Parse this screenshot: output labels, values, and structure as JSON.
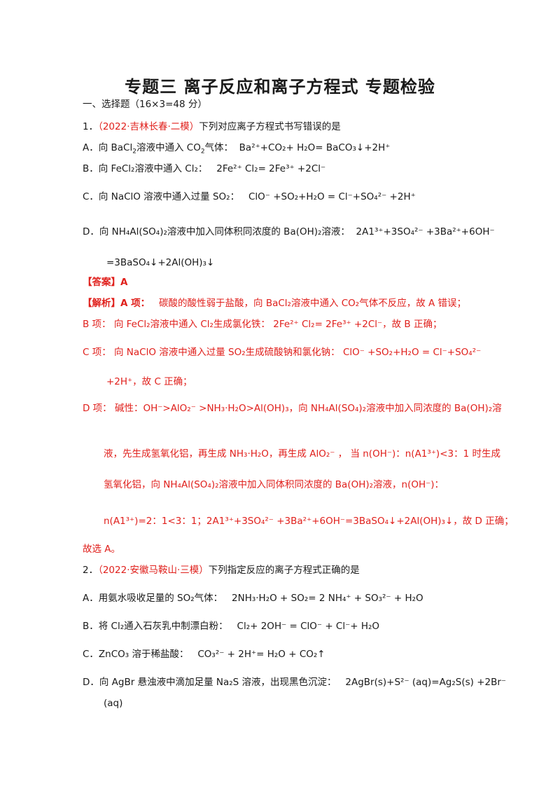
{
  "title": "专题三  离子反应和离子方程式    专题检验",
  "section": "一、选择题（16×3=48 分）",
  "q1": {
    "num": "1．",
    "source": "（2022·吉林长春·二模）",
    "stem": "下列对应离子方程式书写错误的是",
    "A_text": "A．向 BaCl",
    "A_text2": "溶液中通入 CO",
    "A_text3": "气体：",
    "A_eq": "Ba²⁺+CO₂+ H₂O= BaCO₃↓+2H⁺",
    "B_text": "B．向 FeCl₂溶液中通入 Cl₂：",
    "B_eq": "2Fe²⁺  Cl₂= 2Fe³⁺  +2Cl⁻",
    "C_text": "C．向 NaClO 溶液中通入过量 SO₂：",
    "C_eq": "ClO⁻  +SO₂+H₂O = Cl⁻+SO₄²⁻ +2H⁺",
    "D_text": "D．向 NH₄Al(SO₄)₂溶液中加入同体积同浓度的 Ba(OH)₂溶液：",
    "D_eq1": "2A1³⁺+3SO₄²⁻ +3Ba²⁺+6OH⁻",
    "D_eq2": "=3BaSO₄↓+2Al(OH)₃↓",
    "answer": "【答案】A",
    "analysis_head": "【解析】A 项：",
    "analysis_A": "碳酸的酸性弱于盐酸，向 BaCl₂溶液中通入 CO₂气体不反应，故 A 错误；",
    "analysis_B": "B 项：   向 FeCl₂溶液中通入 Cl₂生成氯化铁：   2Fe²⁺  Cl₂= 2Fe³⁺  +2Cl⁻，故 B 正确；",
    "analysis_C1": "C 项：   向 NaClO 溶液中通入过量 SO₂生成硫酸钠和氯化钠：   ClO⁻  +SO₂+H₂O = Cl⁻+SO₄²⁻",
    "analysis_C2": "+2H⁺，故 C 正确；",
    "analysis_D1": "D 项：   碱性：OH⁻>AlO₂⁻ >NH₃·H₂O>Al(OH)₃，向 NH₄Al(SO₄)₂溶液中加入同浓度的 Ba(OH)₂溶",
    "analysis_D2": "液，先生成氢氧化铝，再生成 NH₃·H₂O，再生成 AlO₂⁻ ，  当 n(OH⁻)：n(A1³⁺)<3：1 时生成",
    "analysis_D3": "氢氧化铝，向 NH₄Al(SO₄)₂溶液中加入同体积同浓度的 Ba(OH)₂溶液，n(OH⁻)：",
    "analysis_D4": "n(A1³⁺)=2：1<3：1；2A1³⁺+3SO₄²⁻ +3Ba²⁺+6OH⁻=3BaSO₄↓+2Al(OH)₃↓，故 D 正确；",
    "conclusion": "故选 A。"
  },
  "q2": {
    "num": "2．",
    "source": "（2022·安徽马鞍山·三模）",
    "stem": "下列指定反应的离子方程式正确的是",
    "A_text": "A．用氨水吸收足量的 SO₂气体：",
    "A_eq": "2NH₃·H₂O + SO₂= 2 NH₄⁺ +  SO₃²⁻ + H₂O",
    "B_text": "B．将 Cl₂通入石灰乳中制漂白粉：",
    "B_eq": "Cl₂+ 2OH⁻  = ClO⁻  + Cl⁻+ H₂O",
    "C_text": "C．ZnCO₃ 溶于稀盐酸：",
    "C_eq": "CO₃²⁻ + 2H⁺= H₂O + CO₂↑",
    "D_text": "D．向 AgBr 悬浊液中滴加足量 Na₂S 溶液，出现黑色沉淀：",
    "D_eq1": "2AgBr(s)+S²⁻  (aq)=Ag₂S(s) +2Br⁻",
    "D_eq2": "(aq)"
  }
}
